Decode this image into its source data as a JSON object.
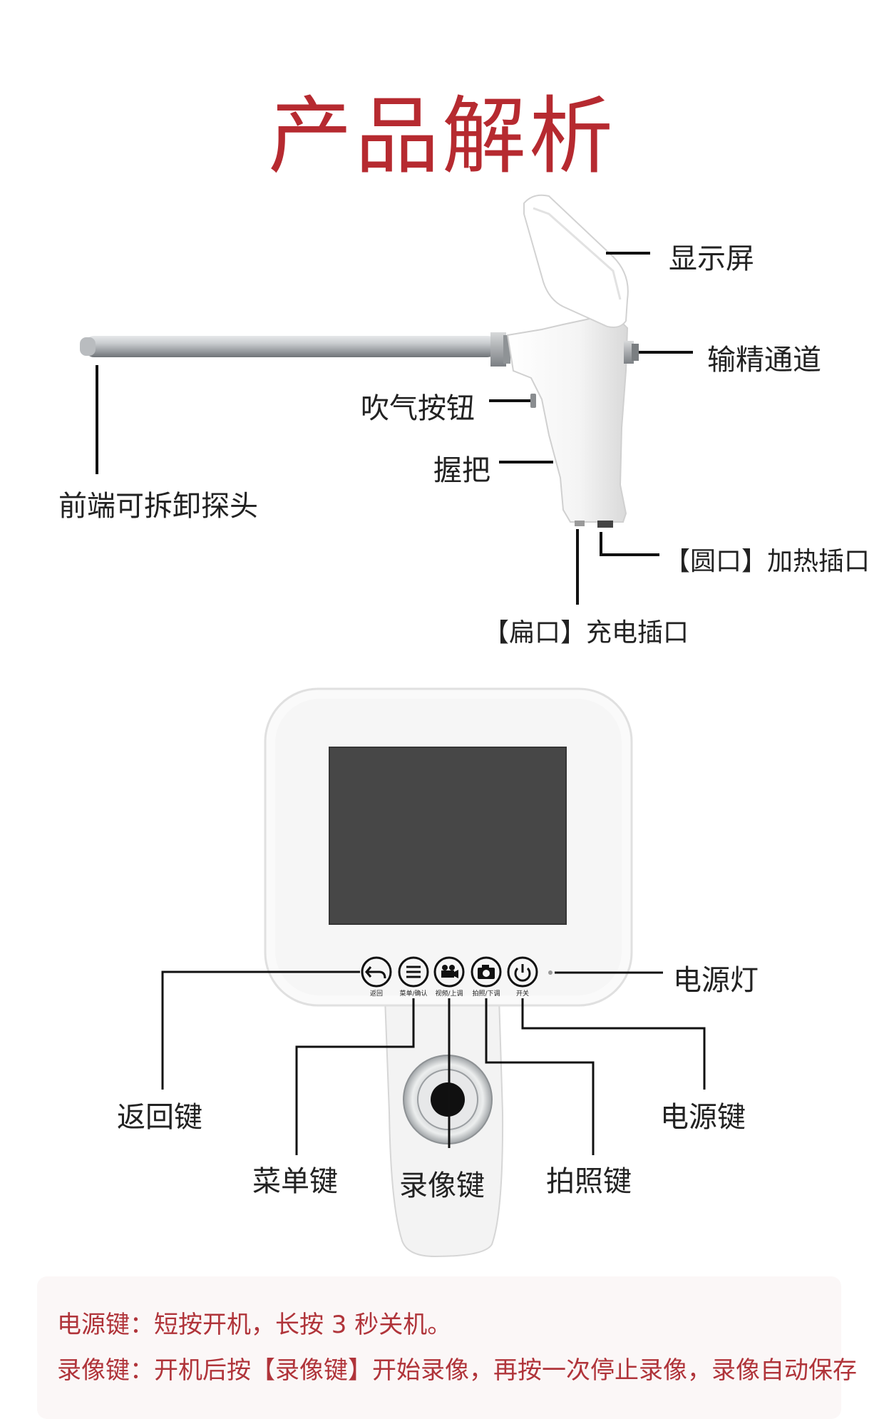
{
  "title": "产品解析",
  "colors": {
    "title": "#b62a30",
    "note": "#b0343a",
    "screen": "#474747",
    "device": "#f6f6f6",
    "rod": "#a9adb1"
  },
  "top_labels": {
    "display": "显示屏",
    "channel": "输精通道",
    "air_button": "吹气按钮",
    "grip": "握把",
    "probe": "前端可拆卸探头",
    "round_port": "【圆口】加热插口",
    "flat_port": "【扁口】充电插口"
  },
  "bottom_labels": {
    "power_light": "电源灯",
    "back_key": "返回键",
    "power_key": "电源键",
    "menu_key": "菜单键",
    "record_key": "录像键",
    "photo_key": "拍照键"
  },
  "buttons": [
    {
      "icon": "back-arrow-icon",
      "caption": "返回"
    },
    {
      "icon": "menu-lines-icon",
      "caption": "菜单/确认"
    },
    {
      "icon": "video-camera-icon",
      "caption": "视频/上调"
    },
    {
      "icon": "camera-icon",
      "caption": "拍照/下调"
    },
    {
      "icon": "power-icon",
      "caption": "开关"
    }
  ],
  "notes": {
    "line1": "电源键：短按开机，长按 3 秒关机。",
    "line2": "录像键：开机后按【录像键】开始录像，再按一次停止录像，录像自动保存"
  }
}
